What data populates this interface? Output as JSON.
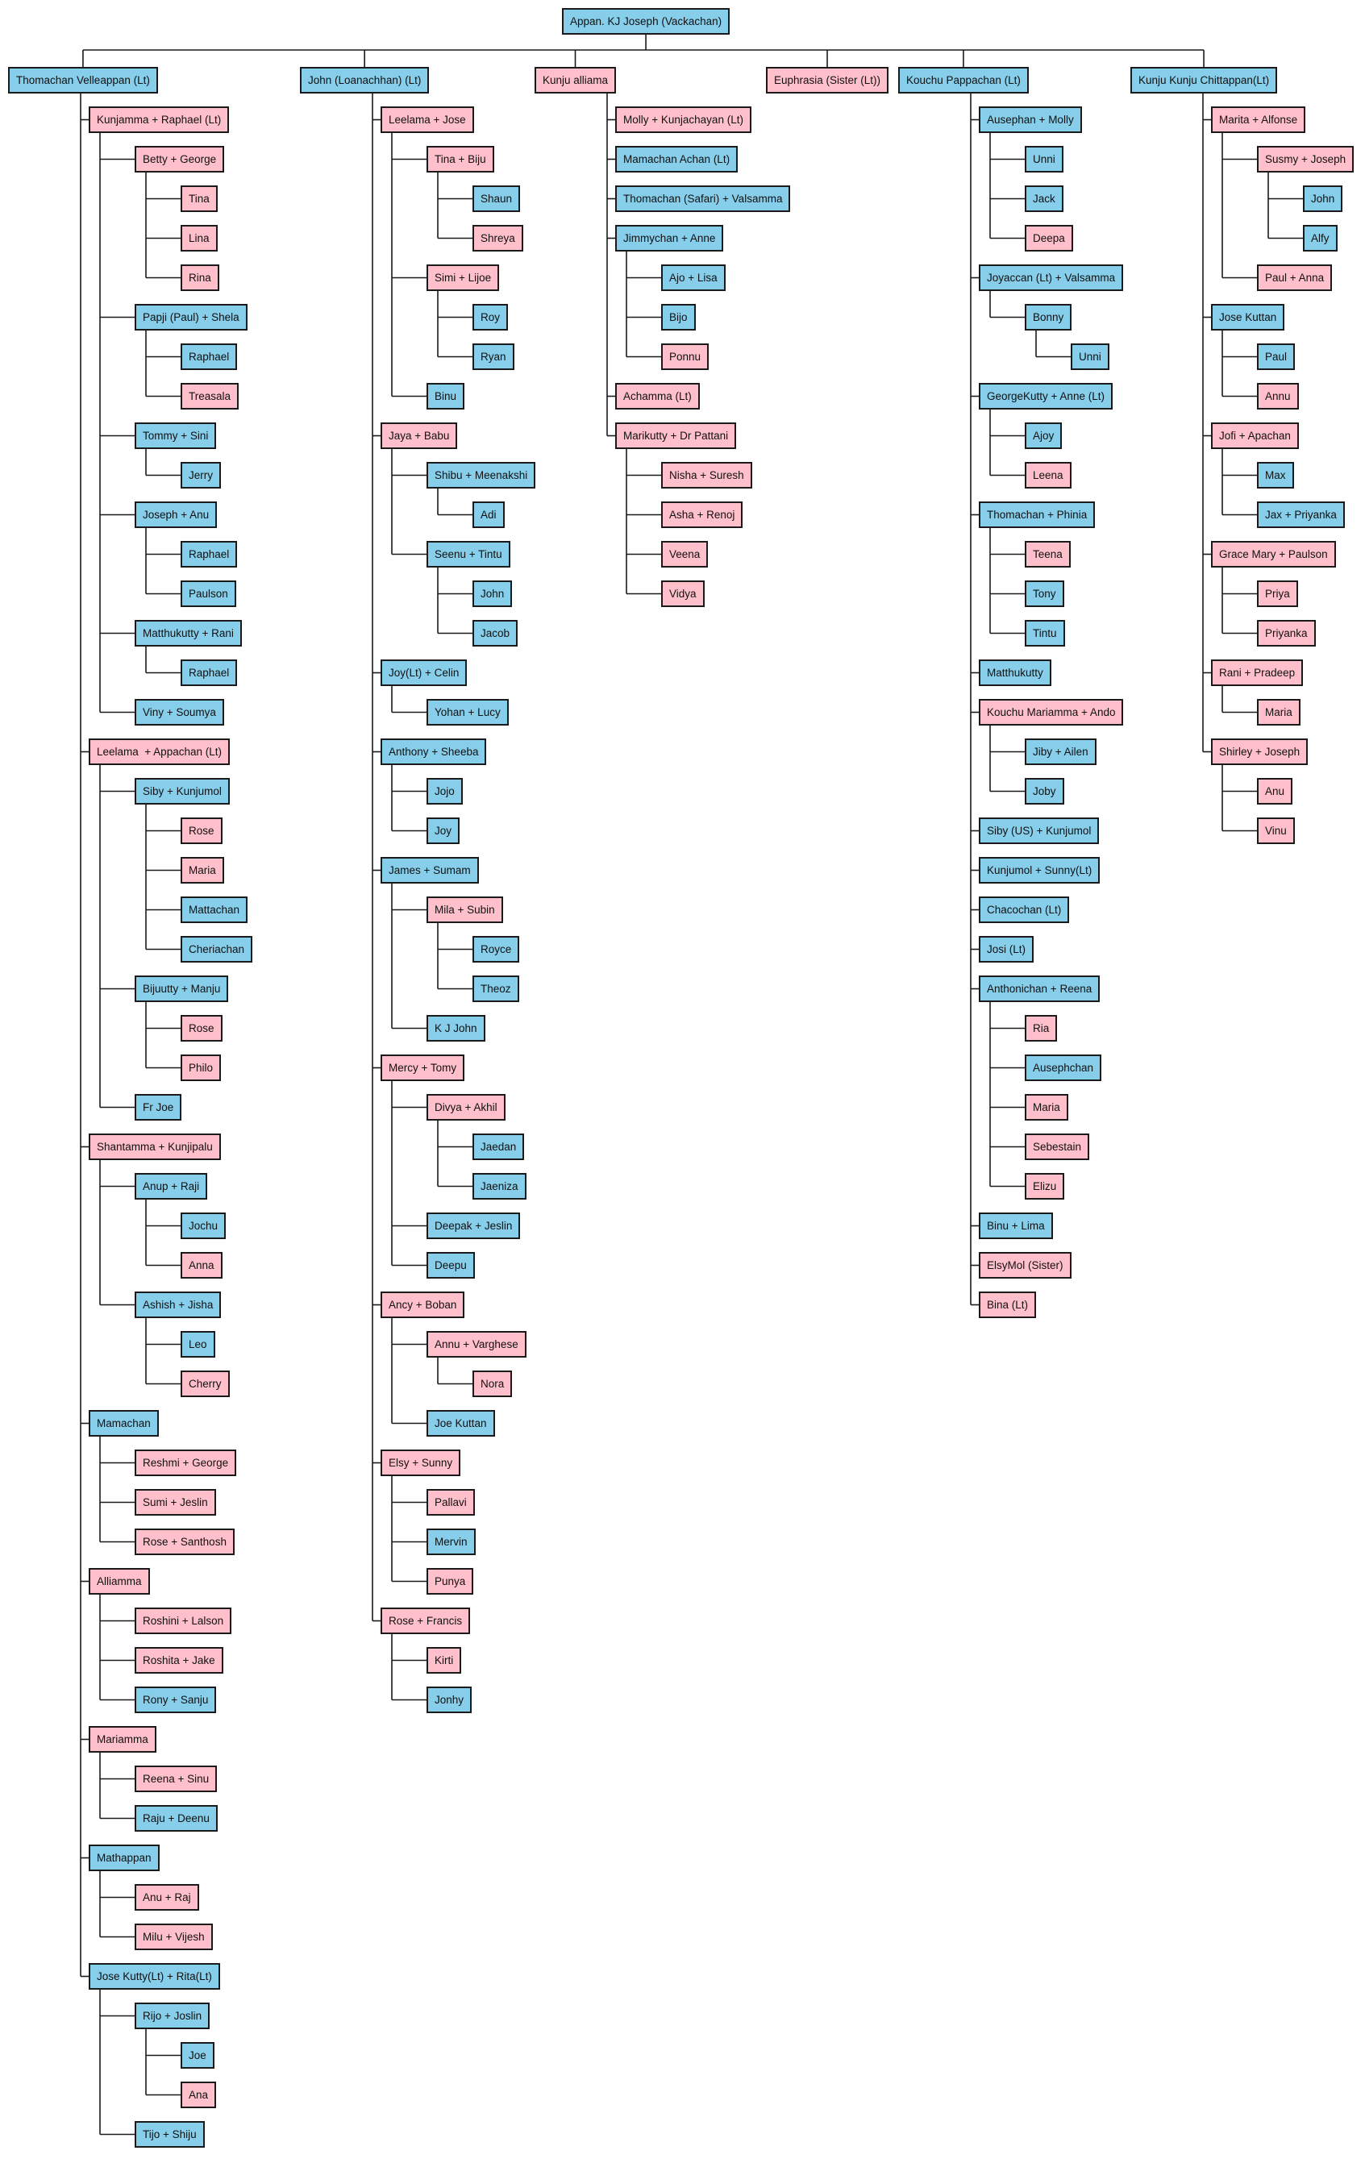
{
  "colors": {
    "male_fill": "#87ceeb",
    "female_fill": "#ffc0cb",
    "border": "#1a1a1a",
    "connector": "#1a1a1a"
  },
  "tree": {
    "name": "Appan. KJ Joseph (Vackachan)",
    "g": "m",
    "children": [
      {
        "name": "Thomachan Velleappan (Lt)",
        "g": "m",
        "children": [
          {
            "name": "Kunjamma + Raphael (Lt)",
            "g": "f",
            "children": [
              {
                "name": "Betty + George",
                "g": "f",
                "children": [
                  {
                    "name": "Tina",
                    "g": "f"
                  },
                  {
                    "name": "Lina",
                    "g": "f"
                  },
                  {
                    "name": "Rina",
                    "g": "f"
                  }
                ]
              },
              {
                "name": "Papji (Paul) + Shela",
                "g": "m",
                "children": [
                  {
                    "name": "Raphael",
                    "g": "m"
                  },
                  {
                    "name": "Treasala",
                    "g": "f"
                  }
                ]
              },
              {
                "name": "Tommy + Sini",
                "g": "m",
                "children": [
                  {
                    "name": "Jerry",
                    "g": "m"
                  }
                ]
              },
              {
                "name": "Joseph + Anu",
                "g": "m",
                "children": [
                  {
                    "name": "Raphael",
                    "g": "m"
                  },
                  {
                    "name": "Paulson",
                    "g": "m"
                  }
                ]
              },
              {
                "name": "Matthukutty + Rani",
                "g": "m",
                "children": [
                  {
                    "name": "Raphael",
                    "g": "m"
                  }
                ]
              },
              {
                "name": "Viny + Soumya",
                "g": "m"
              }
            ]
          },
          {
            "name": "Leelama  + Appachan (Lt)",
            "g": "f",
            "children": [
              {
                "name": "Siby + Kunjumol",
                "g": "m",
                "children": [
                  {
                    "name": "Rose",
                    "g": "f"
                  },
                  {
                    "name": "Maria",
                    "g": "f"
                  },
                  {
                    "name": "Mattachan",
                    "g": "m"
                  },
                  {
                    "name": "Cheriachan",
                    "g": "m"
                  }
                ]
              },
              {
                "name": "Bijuutty + Manju",
                "g": "m",
                "children": [
                  {
                    "name": "Rose",
                    "g": "f"
                  },
                  {
                    "name": "Philo",
                    "g": "f"
                  }
                ]
              },
              {
                "name": "Fr Joe",
                "g": "m"
              }
            ]
          },
          {
            "name": "Shantamma + Kunjipalu",
            "g": "f",
            "children": [
              {
                "name": "Anup + Raji",
                "g": "m",
                "children": [
                  {
                    "name": "Jochu",
                    "g": "m"
                  },
                  {
                    "name": "Anna",
                    "g": "f"
                  }
                ]
              },
              {
                "name": "Ashish + Jisha",
                "g": "m",
                "children": [
                  {
                    "name": "Leo",
                    "g": "m"
                  },
                  {
                    "name": "Cherry",
                    "g": "f"
                  }
                ]
              }
            ]
          },
          {
            "name": "Mamachan",
            "g": "m",
            "children": [
              {
                "name": "Reshmi + George",
                "g": "f"
              },
              {
                "name": "Sumi + Jeslin",
                "g": "f"
              },
              {
                "name": "Rose + Santhosh",
                "g": "f"
              }
            ]
          },
          {
            "name": "Alliamma",
            "g": "f",
            "children": [
              {
                "name": "Roshini + Lalson",
                "g": "f"
              },
              {
                "name": "Roshita + Jake",
                "g": "f"
              },
              {
                "name": "Rony + Sanju",
                "g": "m"
              }
            ]
          },
          {
            "name": "Mariamma",
            "g": "f",
            "children": [
              {
                "name": "Reena + Sinu",
                "g": "f"
              },
              {
                "name": "Raju + Deenu",
                "g": "m"
              }
            ]
          },
          {
            "name": "Mathappan",
            "g": "m",
            "children": [
              {
                "name": "Anu + Raj",
                "g": "f"
              },
              {
                "name": "Milu + Vijesh",
                "g": "f"
              }
            ]
          },
          {
            "name": "Jose Kutty(Lt) + Rita(Lt)",
            "g": "m",
            "children": [
              {
                "name": "Rijo + Joslin",
                "g": "m",
                "children": [
                  {
                    "name": "Joe",
                    "g": "m"
                  },
                  {
                    "name": "Ana",
                    "g": "f"
                  }
                ]
              },
              {
                "name": "Tijo + Shiju",
                "g": "m"
              }
            ]
          }
        ]
      },
      {
        "name": "John (Loanachhan) (Lt)",
        "g": "m",
        "children": [
          {
            "name": "Leelama + Jose",
            "g": "f",
            "children": [
              {
                "name": "Tina + Biju",
                "g": "f",
                "children": [
                  {
                    "name": "Shaun",
                    "g": "m"
                  },
                  {
                    "name": "Shreya",
                    "g": "f"
                  }
                ]
              },
              {
                "name": "Simi + Lijoe",
                "g": "f",
                "children": [
                  {
                    "name": "Roy",
                    "g": "m"
                  },
                  {
                    "name": "Ryan",
                    "g": "m"
                  }
                ]
              },
              {
                "name": "Binu",
                "g": "m"
              }
            ]
          },
          {
            "name": "Jaya + Babu",
            "g": "f",
            "children": [
              {
                "name": "Shibu + Meenakshi",
                "g": "m",
                "children": [
                  {
                    "name": "Adi",
                    "g": "m"
                  }
                ]
              },
              {
                "name": "Seenu + Tintu",
                "g": "m",
                "children": [
                  {
                    "name": "John",
                    "g": "m"
                  },
                  {
                    "name": "Jacob",
                    "g": "m"
                  }
                ]
              }
            ]
          },
          {
            "name": "Joy(Lt) + Celin",
            "g": "m",
            "children": [
              {
                "name": "Yohan + Lucy",
                "g": "m"
              }
            ]
          },
          {
            "name": "Anthony + Sheeba",
            "g": "m",
            "children": [
              {
                "name": "Jojo",
                "g": "m"
              },
              {
                "name": "Joy",
                "g": "m"
              }
            ]
          },
          {
            "name": "James + Sumam",
            "g": "m",
            "children": [
              {
                "name": "Mila + Subin",
                "g": "f",
                "children": [
                  {
                    "name": "Royce",
                    "g": "m"
                  },
                  {
                    "name": "Theoz",
                    "g": "m"
                  }
                ]
              },
              {
                "name": "K J John",
                "g": "m"
              }
            ]
          },
          {
            "name": "Mercy + Tomy",
            "g": "f",
            "children": [
              {
                "name": "Divya + Akhil",
                "g": "f",
                "children": [
                  {
                    "name": "Jaedan",
                    "g": "m"
                  },
                  {
                    "name": "Jaeniza",
                    "g": "m"
                  }
                ]
              },
              {
                "name": "Deepak + Jeslin",
                "g": "m"
              },
              {
                "name": "Deepu",
                "g": "m"
              }
            ]
          },
          {
            "name": "Ancy + Boban",
            "g": "f",
            "children": [
              {
                "name": "Annu + Varghese",
                "g": "f",
                "children": [
                  {
                    "name": "Nora",
                    "g": "f"
                  }
                ]
              },
              {
                "name": "Joe Kuttan",
                "g": "m"
              }
            ]
          },
          {
            "name": "Elsy + Sunny",
            "g": "f",
            "children": [
              {
                "name": "Pallavi",
                "g": "f"
              },
              {
                "name": "Mervin",
                "g": "m"
              },
              {
                "name": "Punya",
                "g": "f"
              }
            ]
          },
          {
            "name": "Rose + Francis",
            "g": "f",
            "children": [
              {
                "name": "Kirti",
                "g": "f"
              },
              {
                "name": "Jonhy",
                "g": "m"
              }
            ]
          }
        ]
      },
      {
        "name": "Kunju alliama",
        "g": "f",
        "children": [
          {
            "name": "Molly + Kunjachayan (Lt)",
            "g": "f"
          },
          {
            "name": "Mamachan Achan (Lt)",
            "g": "m"
          },
          {
            "name": "Thomachan (Safari) + Valsamma",
            "g": "m"
          },
          {
            "name": "Jimmychan + Anne",
            "g": "m",
            "children": [
              {
                "name": "Ajo + Lisa",
                "g": "m"
              },
              {
                "name": "Bijo",
                "g": "m"
              },
              {
                "name": "Ponnu",
                "g": "f"
              }
            ]
          },
          {
            "name": "Achamma (Lt)",
            "g": "f"
          },
          {
            "name": "Marikutty + Dr Pattani",
            "g": "f",
            "children": [
              {
                "name": "Nisha + Suresh",
                "g": "f"
              },
              {
                "name": "Asha + Renoj",
                "g": "f"
              },
              {
                "name": "Veena",
                "g": "f"
              },
              {
                "name": "Vidya",
                "g": "f"
              }
            ]
          }
        ]
      },
      {
        "name": "Euphrasia (Sister (Lt))",
        "g": "f"
      },
      {
        "name": "Kouchu Pappachan (Lt)",
        "g": "m",
        "children": [
          {
            "name": "Ausephan + Molly",
            "g": "m",
            "children": [
              {
                "name": "Unni",
                "g": "m"
              },
              {
                "name": "Jack",
                "g": "m"
              },
              {
                "name": "Deepa",
                "g": "f"
              }
            ]
          },
          {
            "name": "Joyaccan (Lt) + Valsamma",
            "g": "m",
            "children": [
              {
                "name": "Bonny",
                "g": "m",
                "children": [
                  {
                    "name": "Unni",
                    "g": "m"
                  }
                ]
              }
            ]
          },
          {
            "name": "GeorgeKutty + Anne (Lt)",
            "g": "m",
            "children": [
              {
                "name": "Ajoy",
                "g": "m"
              },
              {
                "name": "Leena",
                "g": "f"
              }
            ]
          },
          {
            "name": "Thomachan + Phinia",
            "g": "m",
            "children": [
              {
                "name": "Teena",
                "g": "f"
              },
              {
                "name": "Tony",
                "g": "m"
              },
              {
                "name": "Tintu",
                "g": "m"
              }
            ]
          },
          {
            "name": "Matthukutty",
            "g": "m"
          },
          {
            "name": "Kouchu Mariamma + Ando",
            "g": "f",
            "children": [
              {
                "name": "Jiby + Ailen",
                "g": "m"
              },
              {
                "name": "Joby",
                "g": "m"
              }
            ]
          },
          {
            "name": "Siby (US) + Kunjumol",
            "g": "m"
          },
          {
            "name": "Kunjumol + Sunny(Lt)",
            "g": "m"
          },
          {
            "name": "Chacochan (Lt)",
            "g": "m"
          },
          {
            "name": "Josi (Lt)",
            "g": "m"
          },
          {
            "name": "Anthonichan + Reena",
            "g": "m",
            "children": [
              {
                "name": "Ria",
                "g": "f"
              },
              {
                "name": "Ausephchan",
                "g": "m"
              },
              {
                "name": "Maria",
                "g": "f"
              },
              {
                "name": "Sebestain",
                "g": "f"
              },
              {
                "name": "Elizu",
                "g": "f"
              }
            ]
          },
          {
            "name": "Binu + Lima",
            "g": "m"
          },
          {
            "name": "ElsyMol (Sister)",
            "g": "f"
          },
          {
            "name": "Bina (Lt)",
            "g": "f"
          }
        ]
      },
      {
        "name": "Kunju Kunju Chittappan(Lt)",
        "g": "m",
        "children": [
          {
            "name": "Marita + Alfonse",
            "g": "f",
            "children": [
              {
                "name": "Susmy + Joseph",
                "g": "f",
                "children": [
                  {
                    "name": "John",
                    "g": "m"
                  },
                  {
                    "name": "Alfy",
                    "g": "m"
                  }
                ]
              },
              {
                "name": "Paul + Anna",
                "g": "f"
              }
            ]
          },
          {
            "name": "Jose Kuttan",
            "g": "m",
            "children": [
              {
                "name": "Paul",
                "g": "m"
              },
              {
                "name": "Annu",
                "g": "f"
              }
            ]
          },
          {
            "name": "Jofi + Apachan",
            "g": "f",
            "children": [
              {
                "name": "Max",
                "g": "m"
              },
              {
                "name": "Jax + Priyanka",
                "g": "m"
              }
            ]
          },
          {
            "name": "Grace Mary + Paulson",
            "g": "f",
            "children": [
              {
                "name": "Priya",
                "g": "f"
              },
              {
                "name": "Priyanka",
                "g": "f"
              }
            ]
          },
          {
            "name": "Rani + Pradeep",
            "g": "f",
            "children": [
              {
                "name": "Maria",
                "g": "f"
              }
            ]
          },
          {
            "name": "Shirley + Joseph",
            "g": "f",
            "children": [
              {
                "name": "Anu",
                "g": "f"
              },
              {
                "name": "Vinu",
                "g": "f"
              }
            ]
          }
        ]
      }
    ]
  }
}
